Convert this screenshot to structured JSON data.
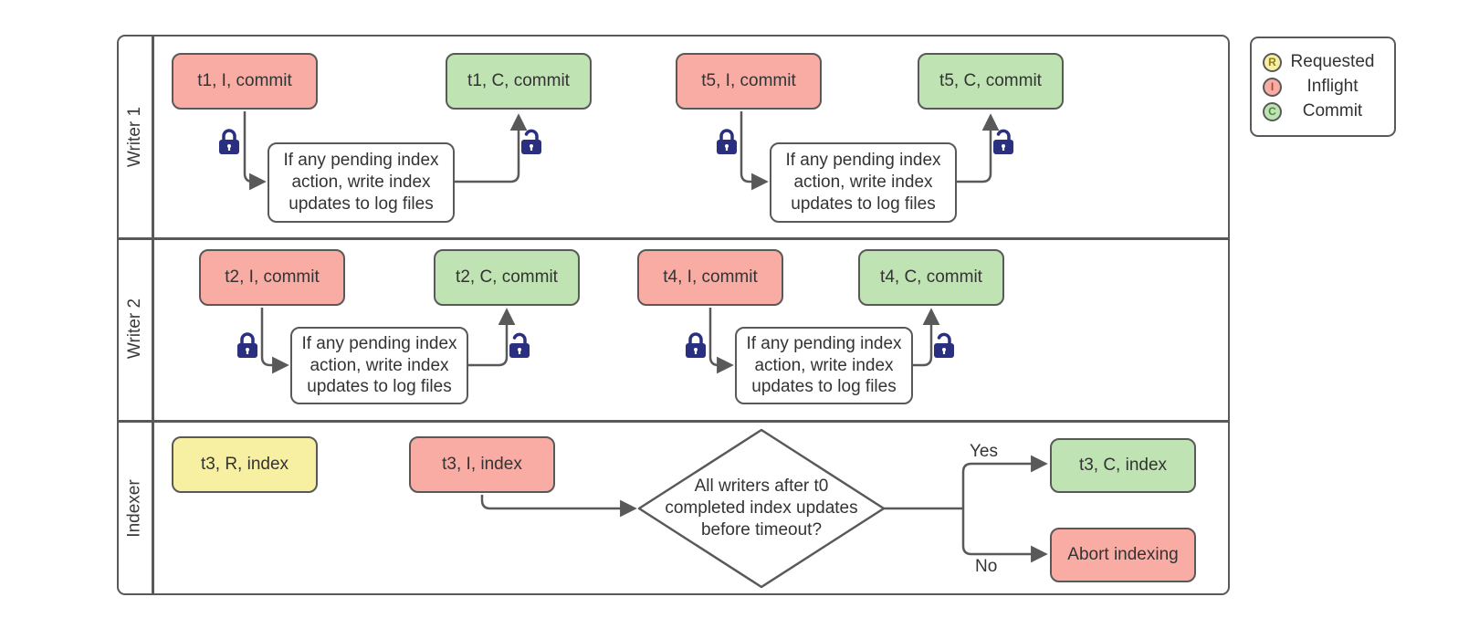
{
  "diagram": {
    "lanes": [
      {
        "label": "Writer 1"
      },
      {
        "label": "Writer 2"
      },
      {
        "label": "Indexer"
      }
    ],
    "action_text": "If any pending index action, write index updates to log files",
    "nodes": {
      "t1i": {
        "label": "t1, I, commit",
        "status": "inflight"
      },
      "t1c": {
        "label": "t1, C, commit",
        "status": "commit"
      },
      "t5i": {
        "label": "t5, I, commit",
        "status": "inflight"
      },
      "t5c": {
        "label": "t5, C, commit",
        "status": "commit"
      },
      "t2i": {
        "label": "t2, I, commit",
        "status": "inflight"
      },
      "t2c": {
        "label": "t2, C, commit",
        "status": "commit"
      },
      "t4i": {
        "label": "t4, I, commit",
        "status": "inflight"
      },
      "t4c": {
        "label": "t4, C, commit",
        "status": "commit"
      },
      "t3r": {
        "label": "t3, R, index",
        "status": "requested"
      },
      "t3i": {
        "label": "t3, I, index",
        "status": "inflight"
      },
      "t3c": {
        "label": "t3, C, index",
        "status": "commit"
      },
      "abort": {
        "label": "Abort indexing",
        "status": "inflight"
      },
      "decision": {
        "label": "All writers after t0 completed index updates before timeout?"
      }
    },
    "edges": {
      "yes_label": "Yes",
      "no_label": "No"
    },
    "legend": {
      "items": [
        {
          "letter": "R",
          "label": "Requested",
          "fill": "#F7EFA2"
        },
        {
          "letter": "I",
          "label": "Inflight",
          "fill": "#F9ACA3"
        },
        {
          "letter": "C",
          "label": "Commit",
          "fill": "#BFE3B2"
        }
      ]
    },
    "colors": {
      "inflight_fill": "#F9ACA3",
      "commit_fill": "#BFE3B2",
      "requested_fill": "#F7EFA2",
      "stroke_gray": "#595959",
      "lock_blue": "#2A2F7F"
    }
  }
}
